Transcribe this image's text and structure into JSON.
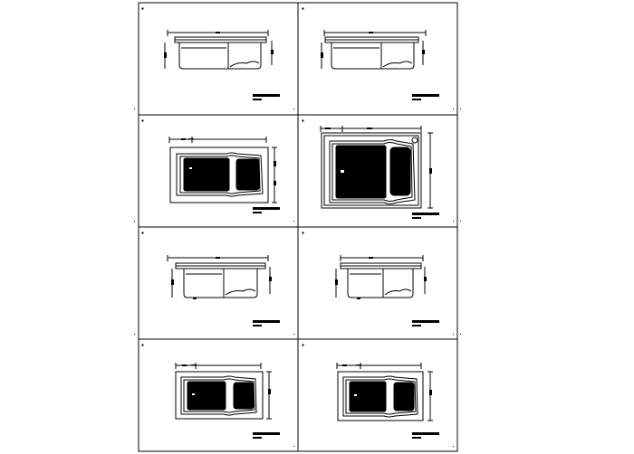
{
  "drawing": {
    "background": "#ffffff",
    "line_color": "#000000",
    "panel_count": 8,
    "panels": [
      {
        "id": "p1",
        "view": "elevation-side"
      },
      {
        "id": "p2",
        "view": "elevation-side"
      },
      {
        "id": "p3",
        "view": "plan"
      },
      {
        "id": "p4",
        "view": "plan-large"
      },
      {
        "id": "p5",
        "view": "elevation-side"
      },
      {
        "id": "p6",
        "view": "elevation-side"
      },
      {
        "id": "p7",
        "view": "plan"
      },
      {
        "id": "p8",
        "view": "plan"
      }
    ]
  }
}
